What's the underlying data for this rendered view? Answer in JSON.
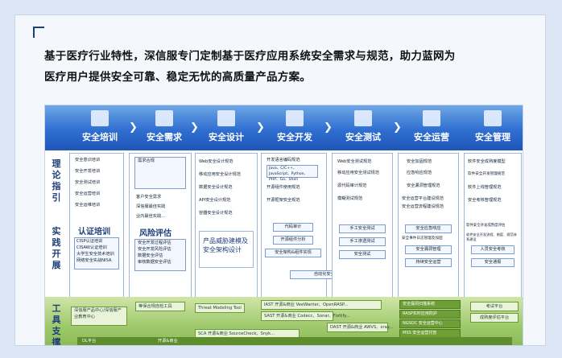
{
  "intro": {
    "line1": "基于医疗行业特性，深信服专门定制基于医疗应用系统安全需求与规范，助力蓝网为",
    "line2": "医疗用户提供安全可靠、稳定无忧的高质量产品方案。"
  },
  "phases": [
    "安全培训",
    "安全需求",
    "安全设计",
    "安全开发",
    "安全测试",
    "安全运营",
    "安全管理"
  ],
  "side": {
    "guide": "理论指引",
    "practice": "实践开展",
    "tools": "工具支撑"
  },
  "cols": {
    "training": {
      "items": [
        "安全意识培训",
        "安全开发培训",
        "安全测试培训",
        "安全运营培训",
        "安全运维培训"
      ],
      "title": "认证培训",
      "small": [
        "CISP认证培训",
        "CISAW认证培训",
        "大学生安全技术培训",
        "网络安全实战NISA"
      ]
    },
    "requirement": {
      "items": [
        "需求合规",
        "客户安全需求",
        "深信服最佳实践",
        "业内最佳实践..."
      ],
      "title": "风险评估",
      "small": [
        "安全开发过程评估",
        "安全开发风险评估",
        "数据安全评估",
        "审核数据安全评估"
      ]
    },
    "design": {
      "items": [
        "Web安全设计规范",
        "移动应用安全设计规范",
        "数据安全设计规范",
        "API安全设计规范",
        "容器安全设计规范"
      ],
      "title": "产品威胁建模及安全架构设计"
    },
    "dev": {
      "items": [
        "开发语言编码规范",
        "开源组件使用规范",
        "开源框架安全规范"
      ],
      "note": "Java、C/C++、JavaScript、Python、PHP、Go、Shell",
      "impl": [
        "代码审计",
        "开源组件分析",
        "安全架构&组件实现",
        "自动化安全测试"
      ]
    },
    "test": {
      "items": [
        "Web安全测试规范",
        "移动应用安全测试规范",
        "源代码审计规范",
        "模糊测试规范"
      ],
      "impl": [
        "手工安全测试",
        "手工渗透测试",
        "安全测试"
      ]
    },
    "ops": {
      "items": [
        "安全加固规范",
        "应急响应规范",
        "安全漏洞管理规范",
        "安全运营平台建设规范",
        "安全运营流程建设规范"
      ],
      "impl": [
        "安全应急响应",
        "安全事件日志管理及加固",
        "安全漏洞管理",
        "持续安全运营"
      ]
    },
    "mgmt": {
      "items": [
        "软件安全成熟度模型",
        "软件安全开发管理规范",
        "软件上线管理规范",
        "安全考核管理规范"
      ],
      "impl": [
        "软件安全开发成熟度评估",
        "软件安全开发流程、制度、规范体系建设",
        "人员安全考核",
        "安全通报"
      ]
    }
  },
  "tools": {
    "left1": "深信服产品中心/深信服产业教育中心",
    "mid1": "等保合规自检工具",
    "mid2": "Threat Modeling Tool",
    "iast": "IAST  开源&商业  VeeWanter、OpenRASP...",
    "sast": "SAST  开源&商业 Codecc、Sonar、Fortify...",
    "dast": "DAST  开源&商业 AWVS、xray...",
    "sca": "SCA  开源&商业  SourceCheck、Snyk...",
    "r1": "安全漏洞扫描系统",
    "r2": "RASP实时应用防护",
    "r3": "NGSOC 安全运营中心",
    "r4": "MSS 安全运营托管",
    "f1": "考试平台",
    "f2": "成熟度评估平台",
    "bot1": "DL平台",
    "bot2": "开源&商业"
  }
}
